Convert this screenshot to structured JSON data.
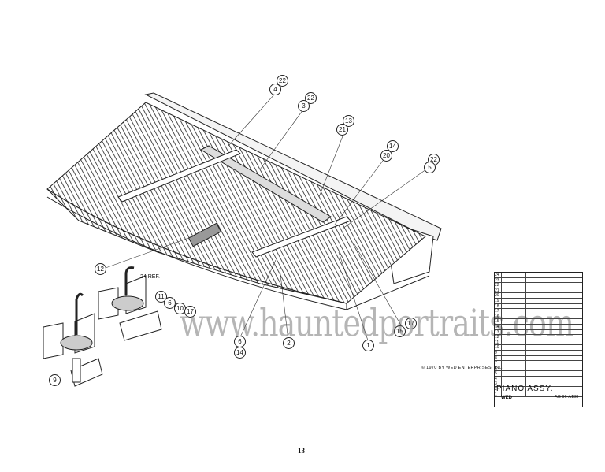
{
  "drawing": {
    "callouts": [
      "22",
      "4",
      "22",
      "3",
      "13",
      "21",
      "14",
      "20",
      "22",
      "5",
      "12",
      "11",
      "10",
      "6",
      "17",
      "6",
      "14",
      "2",
      "1",
      "15",
      "17",
      "9"
    ],
    "ref_label": "24 REF."
  },
  "copyright": "© 1970 BY WED ENTERPRISES, INC.",
  "watermark": "www.hauntedportraits.com",
  "title_block": {
    "title": "PIANO ASSY.",
    "logo": "WED",
    "drawing_number": "AG 96-A138",
    "item_numbers": [
      "24",
      "23",
      "22",
      "21",
      "20",
      "19",
      "18",
      "17",
      "16",
      "15",
      "14",
      "13",
      "12",
      "11",
      "10",
      "9",
      "8",
      "7",
      "6",
      "5",
      "4",
      "3",
      "2",
      "1"
    ]
  },
  "page_number": "13"
}
